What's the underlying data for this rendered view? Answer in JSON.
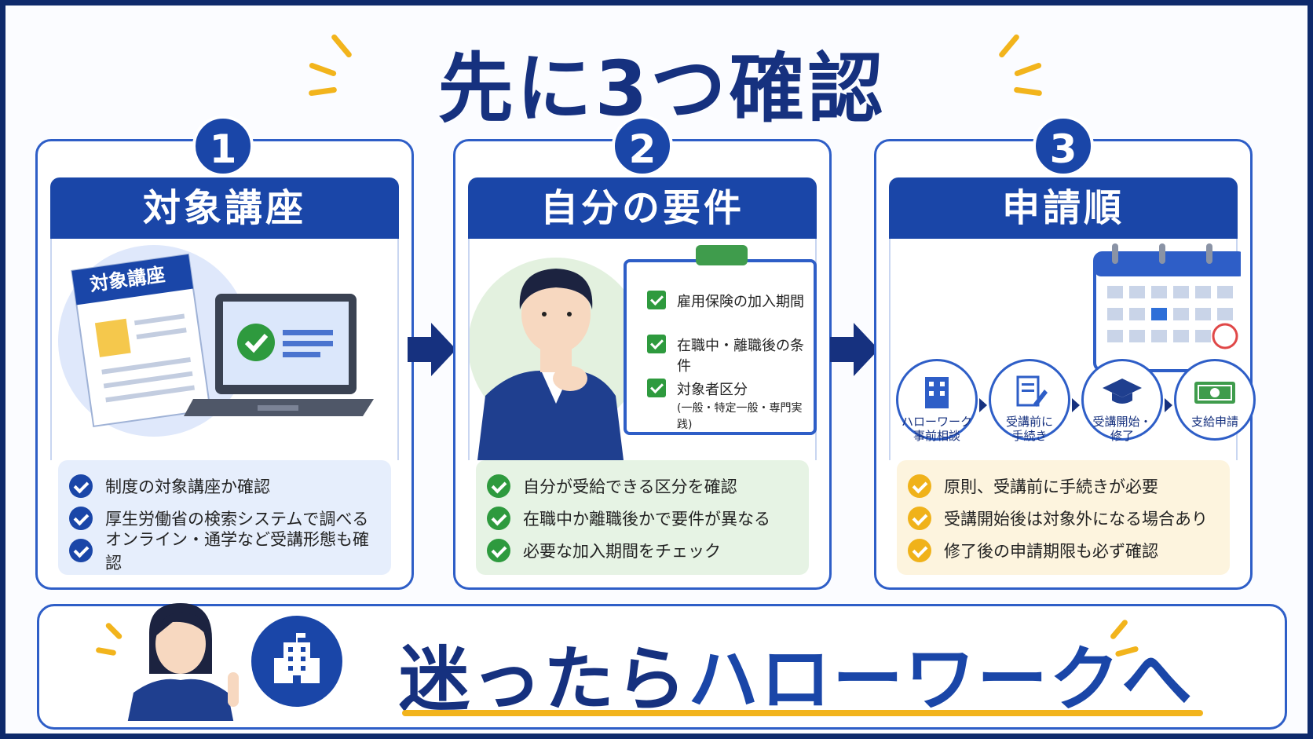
{
  "title": "先に3つ確認",
  "panels": [
    {
      "number": "1",
      "heading": "対象講座",
      "doc_label": "対象講座",
      "bullets": [
        "制度の対象講座か確認",
        "厚生労働省の検索システムで調べる",
        "オンライン・通学など受講形態も確認"
      ],
      "bullet_bg": "#e6eefc",
      "check_color": "#1a46a8"
    },
    {
      "number": "2",
      "heading": "自分の要件",
      "clipboard": [
        {
          "text": "雇用保険の加入期間"
        },
        {
          "text": "在職中・離職後の条件"
        },
        {
          "text": "対象者区分",
          "sub": "(一般・特定一般・専門実践)"
        }
      ],
      "bullets": [
        "自分が受給できる区分を確認",
        "在職中か離職後かで要件が異なる",
        "必要な加入期間をチェック"
      ],
      "bullet_bg": "#e6f3e4",
      "check_color": "#2e9a3e"
    },
    {
      "number": "3",
      "heading": "申請順",
      "steps": [
        {
          "label1": "ハローワーク",
          "label2": "事前相談",
          "icon": "building-icon"
        },
        {
          "label1": "受講前に",
          "label2": "手続き",
          "icon": "form-pen-icon"
        },
        {
          "label1": "受講開始・",
          "label2": "修了",
          "icon": "graduation-cap-icon"
        },
        {
          "label1": "支給申請",
          "label2": "",
          "icon": "money-icon"
        }
      ],
      "bullets": [
        "原則、受講前に手続きが必要",
        "受講開始後は対象外になる場合あり",
        "修了後の申請期限も必ず確認"
      ],
      "bullet_bg": "#fdf4de",
      "check_color": "#f0b21a"
    }
  ],
  "bottom": {
    "text_dark": "迷ったら",
    "text_blue": "ハローワークへ",
    "dark_color": "#16317f",
    "blue_color": "#1a46a8"
  }
}
